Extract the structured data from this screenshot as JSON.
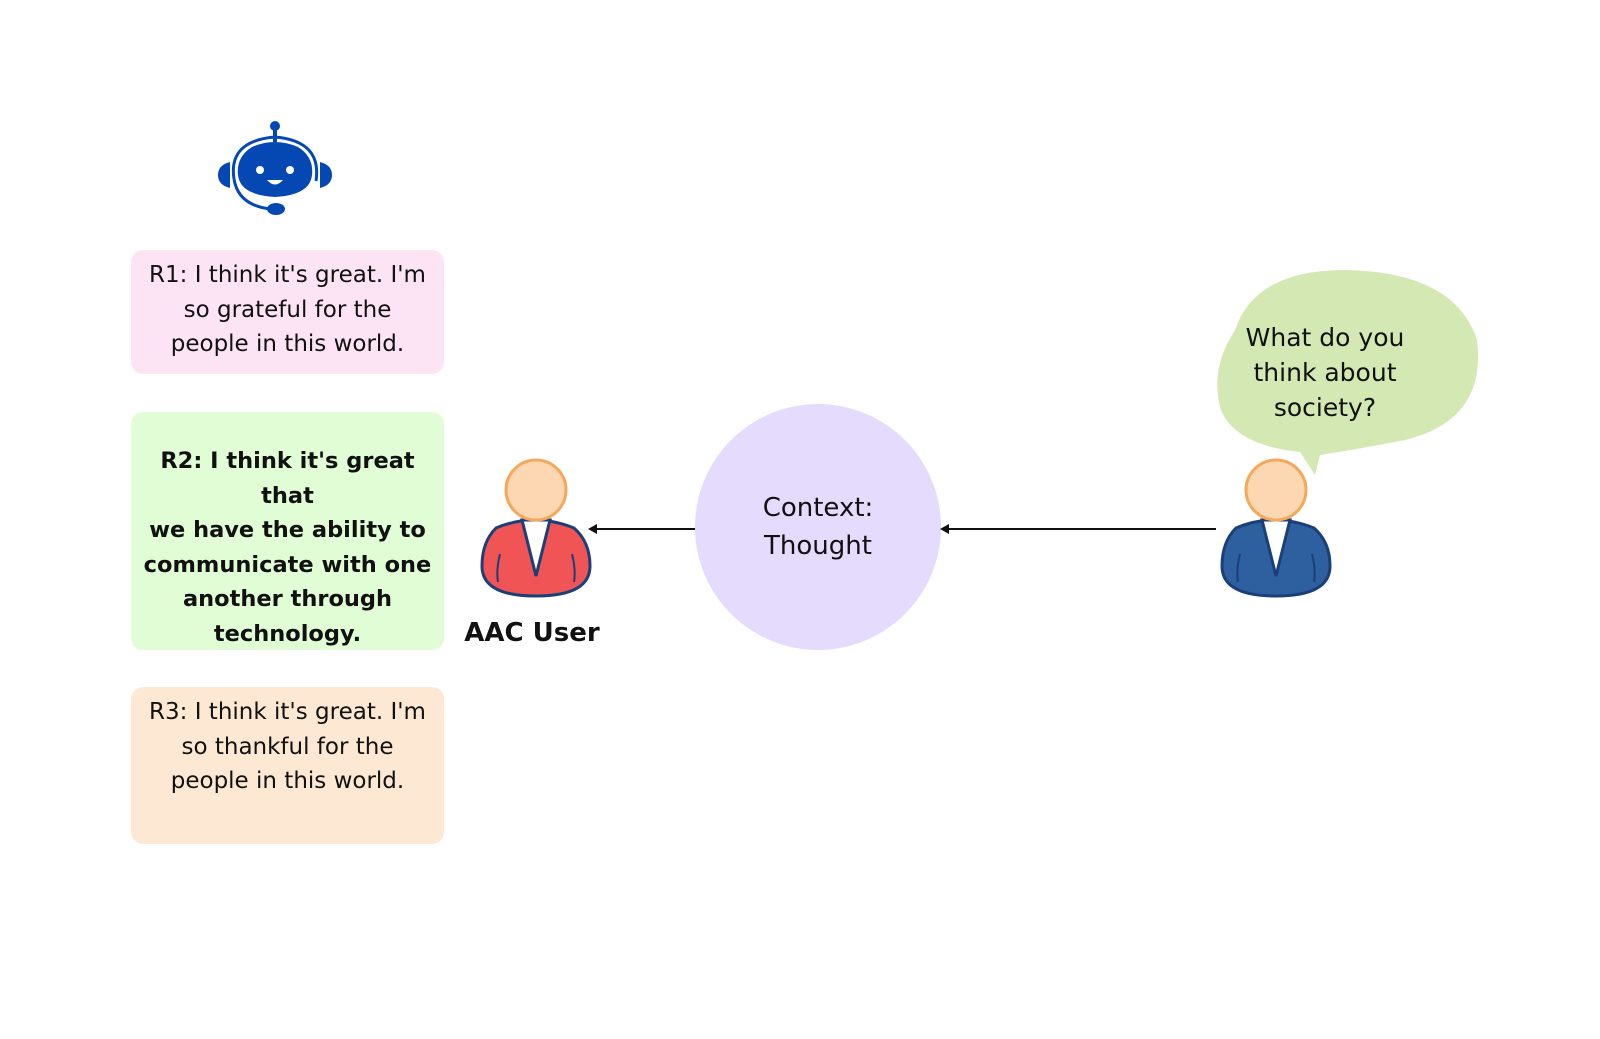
{
  "diagram": {
    "bot": {
      "icon": "robot-headset-icon",
      "color": "#0648b3"
    },
    "responses": [
      {
        "id": "R1",
        "text": "R1: I think it's great. I'm so grateful for the people in this world.",
        "lines": [
          "R1: I think it's great. I'm",
          "so grateful for the",
          "people in this world."
        ],
        "color": "#fde4f5",
        "selected": false
      },
      {
        "id": "R2",
        "text": "R2: I think it's great that we have the ability to communicate with one another through technology.",
        "lines": [
          "R2: I think it's great that",
          "we have the ability to",
          "communicate with one",
          "another through",
          "technology."
        ],
        "color": "#e0fdd6",
        "selected": true
      },
      {
        "id": "R3",
        "text": "R3: I think it's great.  I'm so thankful for the people in this world.",
        "lines": [
          "R3: I think it's great.  I'm",
          "so thankful for the",
          "people in this world."
        ],
        "color": "#fde9d3",
        "selected": false
      }
    ],
    "aac_user": {
      "label": "AAC User",
      "shirt_color": "#f05455",
      "icon": "person-icon"
    },
    "context": {
      "lines": [
        "Context:",
        "Thought"
      ],
      "color": "#e5dcfd"
    },
    "partner": {
      "shirt_color": "#2e5f9e",
      "icon": "person-icon",
      "speech": {
        "lines": [
          "What do you",
          "think about",
          "society?"
        ],
        "color": "#d4e8b4"
      }
    },
    "colors": {
      "skin": "#fdd7b2",
      "skin_outline": "#f5a85a",
      "outline": "#1b3f78"
    }
  }
}
